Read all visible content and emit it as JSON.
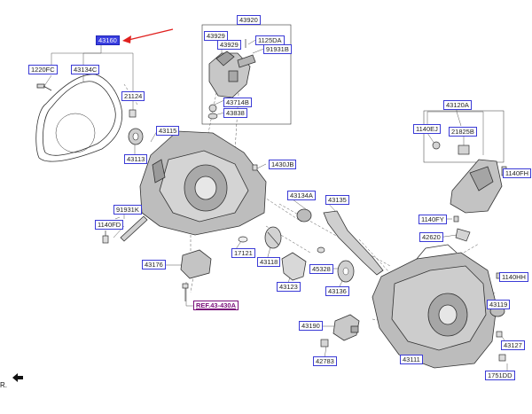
{
  "labels": {
    "l43160": "43160",
    "l1220FC": "1220FC",
    "l43134C": "43134C",
    "l21124": "21124",
    "l43113": "43113",
    "l43115": "43115",
    "l43920": "43920",
    "l43929a": "43929",
    "l43929b": "43929",
    "l1125DA": "1125DA",
    "l91931B": "91931B",
    "l43714B": "43714B",
    "l43838": "43838",
    "l1430JB": "1430JB",
    "l43134A": "43134A",
    "l43135": "43135",
    "l91931K": "91931K",
    "l1140FD": "1140FD",
    "l17121": "17121",
    "l43118": "43118",
    "l43176": "43176",
    "l43123": "43123",
    "l45328": "45328",
    "l43136": "43136",
    "lREF": "REF.43-430A",
    "l43190": "43190",
    "l42783": "42783",
    "l43111": "43111",
    "l43120A": "43120A",
    "l1140EJ": "1140EJ",
    "l21825B": "21825B",
    "l1140FH": "1140FH",
    "l1140FY": "1140FY",
    "l42620": "42620",
    "l1140HH": "1140HH",
    "l43119": "43119",
    "l43127": "43127",
    "l1751DD": "1751DD"
  },
  "footer": "R.",
  "colors": {
    "label_border": "#3b3bd6",
    "selected_fill": "#3a3fe0",
    "pointer_arrow": "#e0201e",
    "ref_link": "#7a0f7a"
  }
}
